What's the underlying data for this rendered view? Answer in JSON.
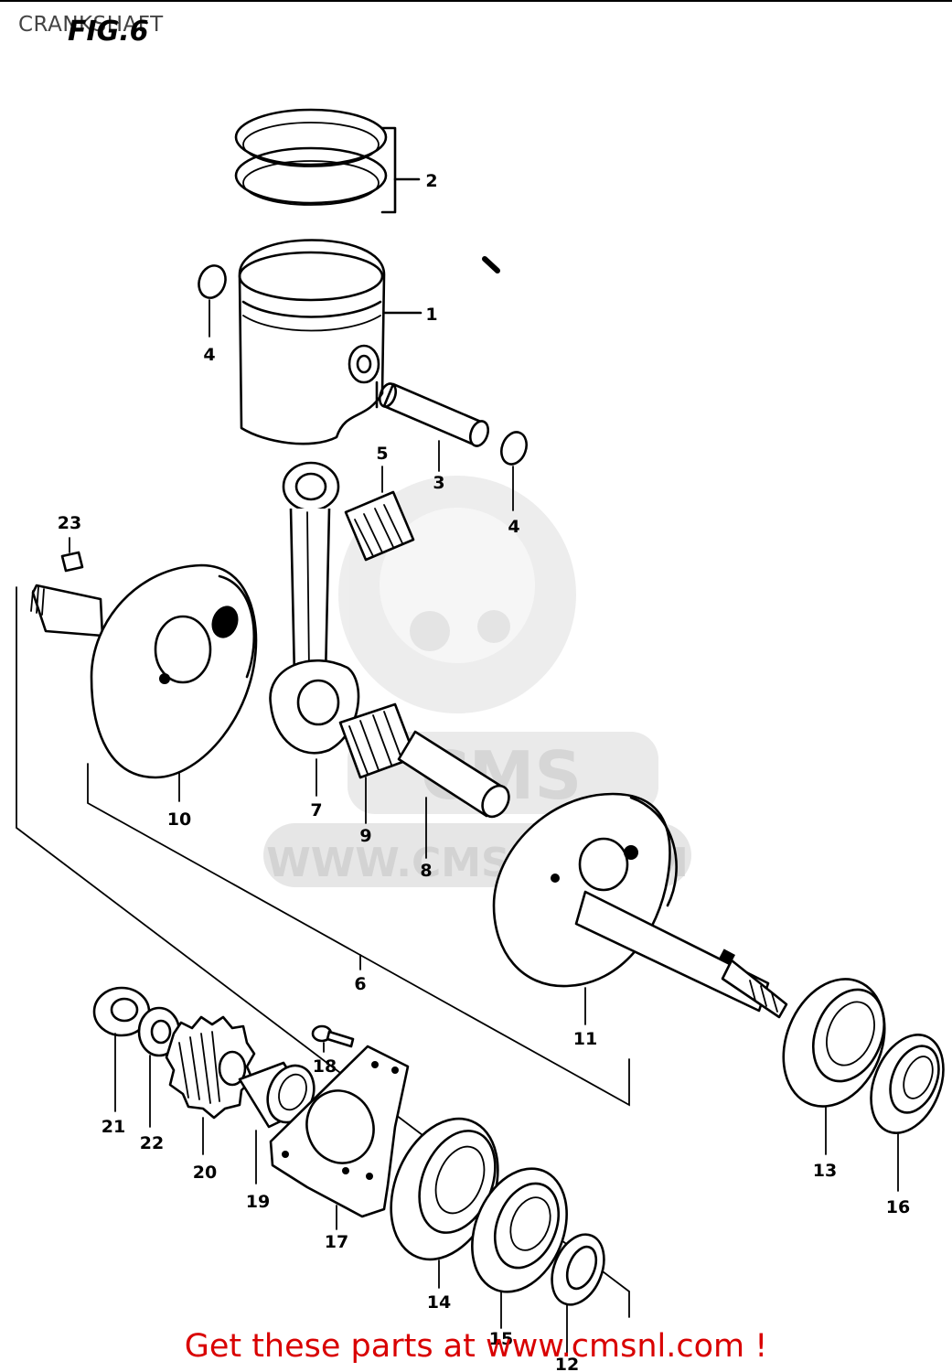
{
  "header": {
    "title": "CRANKSHAFT",
    "figure_label": "FIG.6"
  },
  "watermark": {
    "url": "WWW.CMSNL.COM",
    "logo": "CMS"
  },
  "parts": [
    {
      "id": "part-1",
      "label": "1"
    },
    {
      "id": "part-2",
      "label": "2"
    },
    {
      "id": "part-3",
      "label": "3"
    },
    {
      "id": "part-4a",
      "label": "4"
    },
    {
      "id": "part-4b",
      "label": "4"
    },
    {
      "id": "part-5",
      "label": "5"
    },
    {
      "id": "part-6",
      "label": "6"
    },
    {
      "id": "part-7",
      "label": "7"
    },
    {
      "id": "part-8",
      "label": "8"
    },
    {
      "id": "part-9",
      "label": "9"
    },
    {
      "id": "part-10",
      "label": "10"
    },
    {
      "id": "part-11",
      "label": "11"
    },
    {
      "id": "part-12",
      "label": "12"
    },
    {
      "id": "part-13",
      "label": "13"
    },
    {
      "id": "part-14",
      "label": "14"
    },
    {
      "id": "part-15",
      "label": "15"
    },
    {
      "id": "part-16",
      "label": "16"
    },
    {
      "id": "part-17",
      "label": "17"
    },
    {
      "id": "part-18",
      "label": "18"
    },
    {
      "id": "part-19",
      "label": "19"
    },
    {
      "id": "part-20",
      "label": "20"
    },
    {
      "id": "part-21",
      "label": "21"
    },
    {
      "id": "part-22",
      "label": "22"
    },
    {
      "id": "part-23",
      "label": "23"
    }
  ],
  "footer": {
    "cta": "Get these parts at www.cmsnl.com !"
  },
  "colors": {
    "cta": "#d90000",
    "ink": "#000000",
    "watermark": "#d6d6d6"
  }
}
